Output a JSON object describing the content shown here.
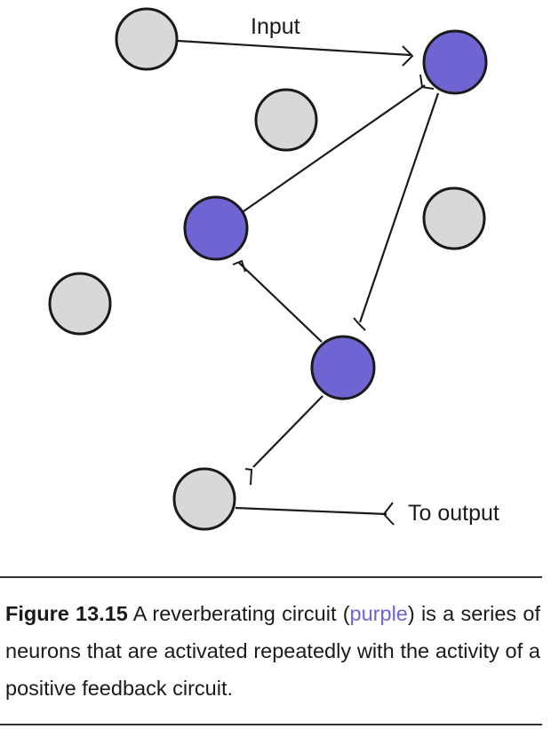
{
  "diagram": {
    "labels": {
      "input": "Input",
      "output": "To output"
    },
    "colors": {
      "inactive_neuron": "#d8d8d8",
      "active_neuron": "#6e64d2",
      "outline": "#1a1a1a"
    },
    "neurons": [
      {
        "name": "input-neuron",
        "state": "inactive"
      },
      {
        "name": "circuit-neuron-top",
        "state": "active"
      },
      {
        "name": "idle-neuron-upper",
        "state": "inactive"
      },
      {
        "name": "circuit-neuron-middle",
        "state": "active"
      },
      {
        "name": "idle-neuron-right",
        "state": "inactive"
      },
      {
        "name": "idle-neuron-left",
        "state": "inactive"
      },
      {
        "name": "circuit-neuron-bottom",
        "state": "active"
      },
      {
        "name": "output-neuron",
        "state": "inactive"
      }
    ]
  },
  "caption": {
    "figure_number": "Figure 13.15",
    "text_before": " A reverberating circuit (",
    "highlight": "purple",
    "text_after": ") is a series of neurons that are activated repeatedly with the activity of a positive feedback circuit."
  }
}
